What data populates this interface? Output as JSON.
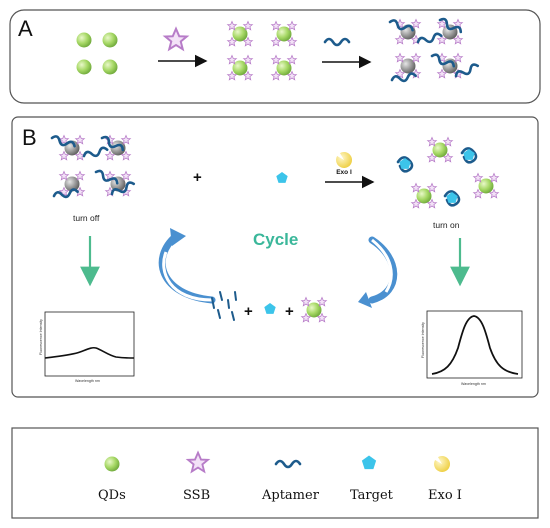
{
  "panels": {
    "a_label": "A",
    "b_label": "B"
  },
  "labels": {
    "turn_off": "turn off",
    "turn_on": "turn on",
    "cycle": "Cycle",
    "exo_badge": "Exo I",
    "plus": "+"
  },
  "plots": {
    "left": {
      "ylabel": "Fluorescence Intensity",
      "xlabel": "Wavelength nm"
    },
    "right": {
      "ylabel": "Fluorescence Intensity",
      "xlabel": "Wavelength nm"
    }
  },
  "legend": [
    {
      "icon": "qd-icon",
      "label": "QDs"
    },
    {
      "icon": "ssb-icon",
      "label": "SSB"
    },
    {
      "icon": "aptamer-icon",
      "label": "Aptamer"
    },
    {
      "icon": "target-icon",
      "label": "Target"
    },
    {
      "icon": "exo-icon",
      "label": "Exo I"
    }
  ],
  "colors": {
    "qd": "#9ed45e",
    "qd_gray": "#8f8f8f",
    "ssb": "#c98fd6",
    "aptamer": "#1d5b8c",
    "target": "#3cc4ea",
    "exo": "#f2da55",
    "arrow_green": "#4dbb8e",
    "arrow_blue": "#4a90d0"
  }
}
